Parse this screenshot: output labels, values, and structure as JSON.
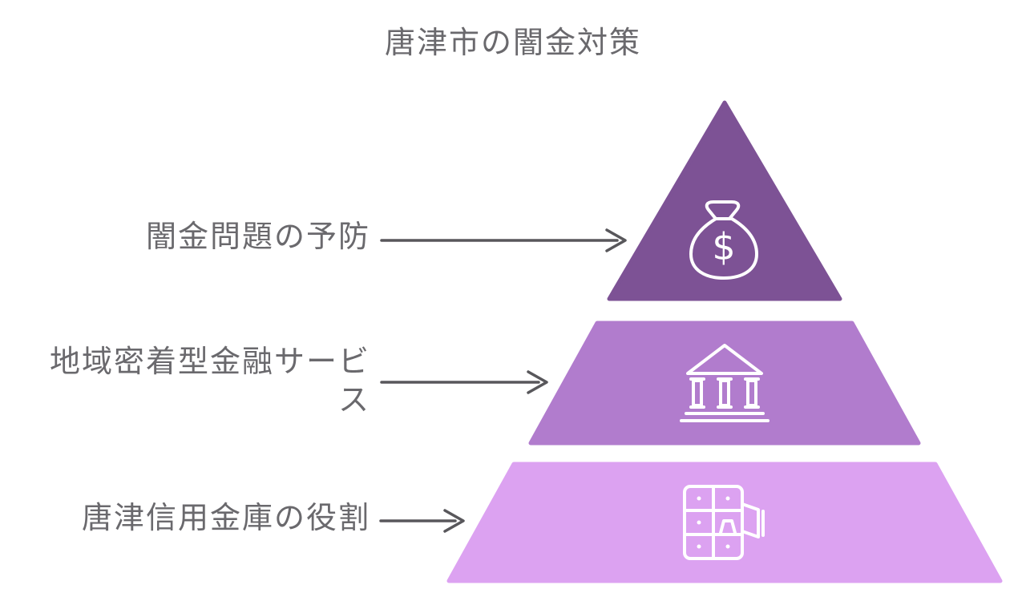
{
  "title": "唐津市の闇金対策",
  "diagram": {
    "type": "pyramid",
    "levels": [
      {
        "rank": 1,
        "label": "闇金問題の予防",
        "color": "#7d5295",
        "icon": "money-bag-icon"
      },
      {
        "rank": 2,
        "label": "地域密着型金融サービス",
        "color": "#b17ccd",
        "icon": "bank-icon"
      },
      {
        "rank": 3,
        "label": "唐津信用金庫の役割",
        "color": "#dca2f1",
        "icon": "safe-deposit-boxes-icon"
      }
    ],
    "dollar_glyph": "$",
    "colors": {
      "arrow": "#58575b",
      "label_text": "#6a696d",
      "icon_stroke": "#ffffff",
      "background": "#ffffff"
    }
  }
}
